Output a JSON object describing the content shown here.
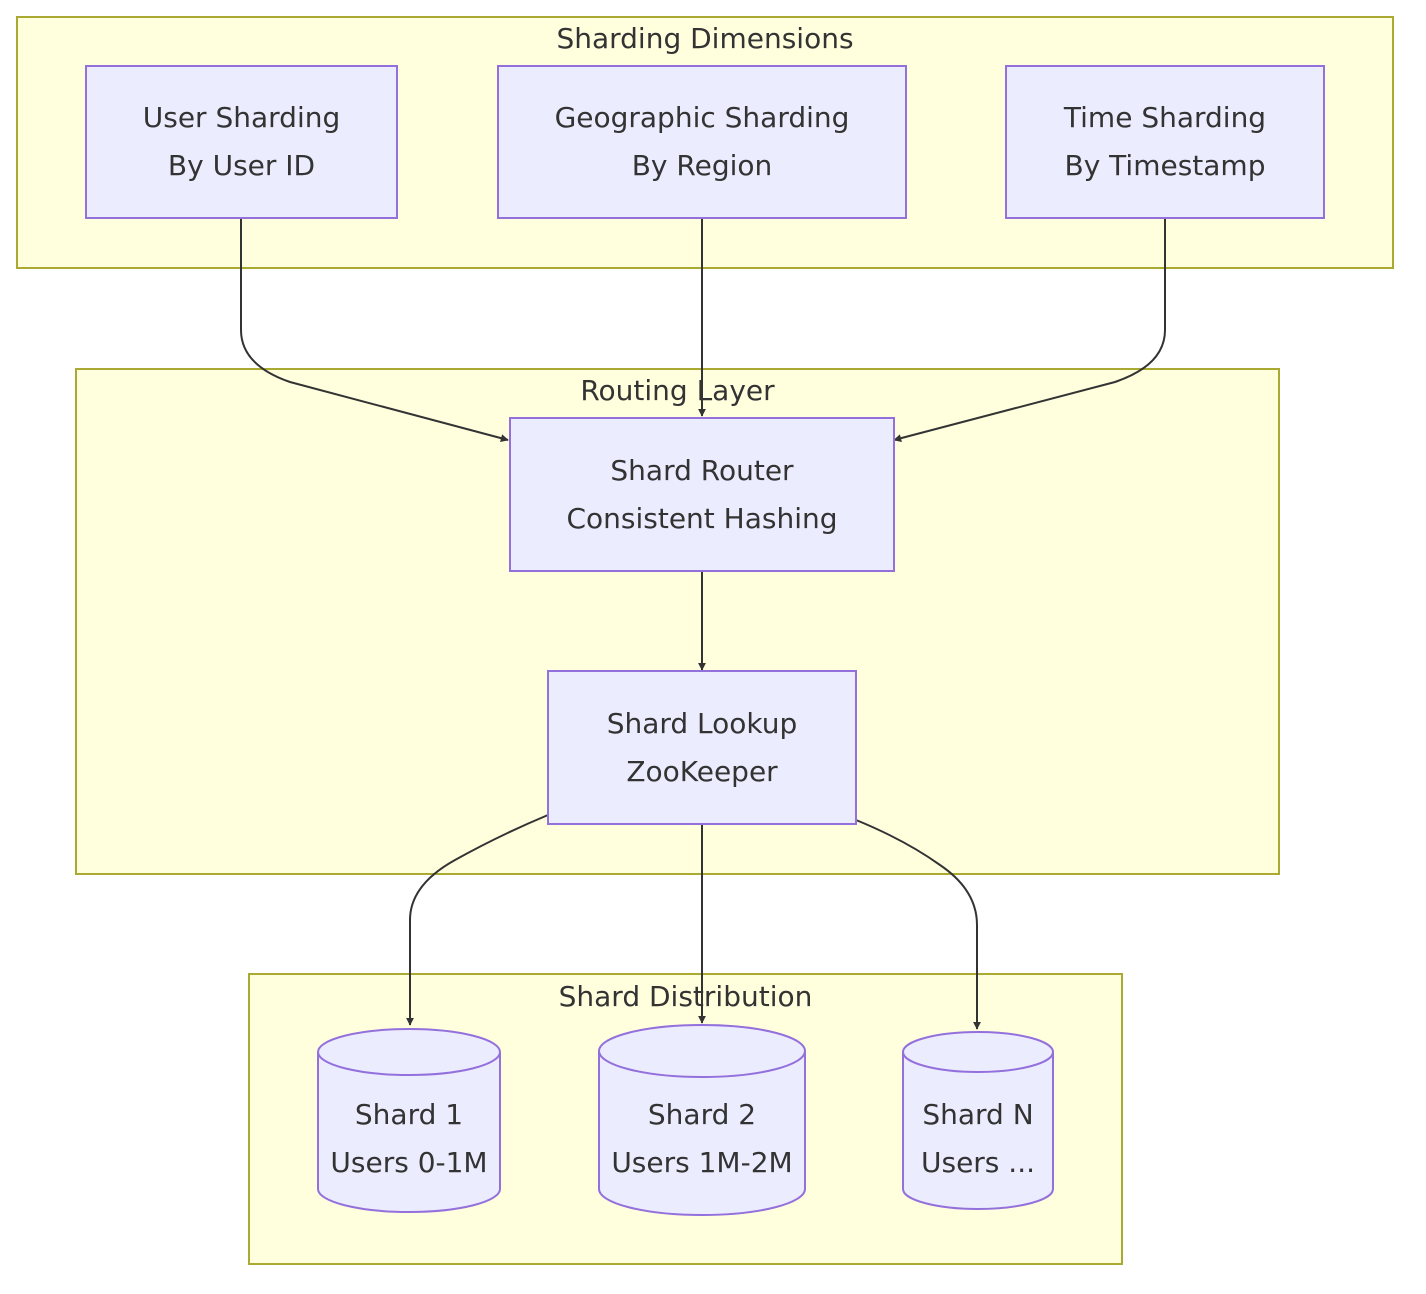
{
  "clusters": {
    "dimensions": {
      "title": "Sharding Dimensions"
    },
    "routing": {
      "title": "Routing Layer"
    },
    "distribution": {
      "title": "Shard Distribution"
    }
  },
  "nodes": {
    "user_sharding": {
      "line1": "User Sharding",
      "line2": "By User ID"
    },
    "geo_sharding": {
      "line1": "Geographic Sharding",
      "line2": "By Region"
    },
    "time_sharding": {
      "line1": "Time Sharding",
      "line2": "By Timestamp"
    },
    "shard_router": {
      "line1": "Shard Router",
      "line2": "Consistent Hashing"
    },
    "shard_lookup": {
      "line1": "Shard Lookup",
      "line2": "ZooKeeper"
    },
    "shard_1": {
      "line1": "Shard 1",
      "line2": "Users 0-1M"
    },
    "shard_2": {
      "line1": "Shard 2",
      "line2": "Users 1M-2M"
    },
    "shard_n": {
      "line1": "Shard N",
      "line2": "Users ..."
    }
  },
  "edges": [
    {
      "from": "User Sharding",
      "to": "Shard Router"
    },
    {
      "from": "Geographic Sharding",
      "to": "Shard Router"
    },
    {
      "from": "Time Sharding",
      "to": "Shard Router"
    },
    {
      "from": "Shard Router",
      "to": "Shard Lookup"
    },
    {
      "from": "Shard Lookup",
      "to": "Shard 1"
    },
    {
      "from": "Shard Lookup",
      "to": "Shard 2"
    },
    {
      "from": "Shard Lookup",
      "to": "Shard N"
    }
  ],
  "colors": {
    "cluster_fill": "#ffffde",
    "cluster_border": "#aaaa33",
    "node_fill": "#ececff",
    "node_border": "#9370db",
    "edge": "#333333",
    "text": "#333333"
  }
}
